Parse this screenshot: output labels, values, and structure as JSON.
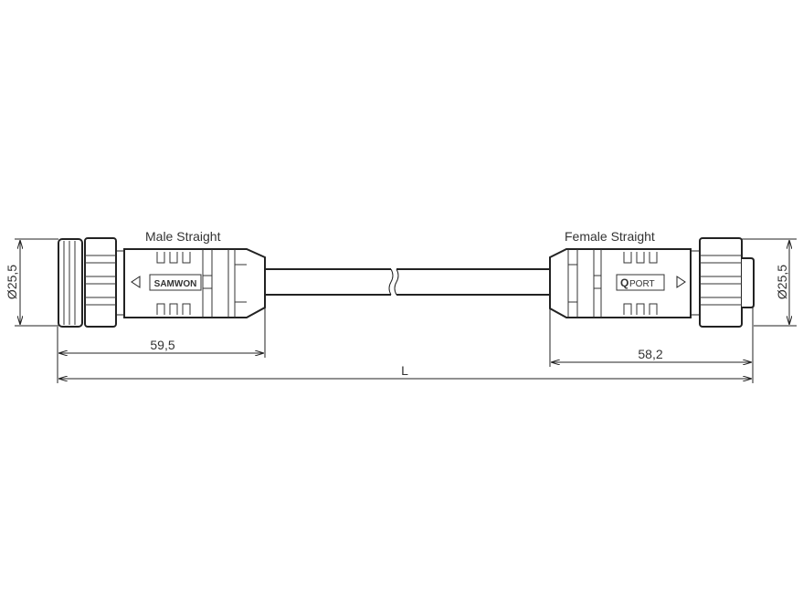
{
  "labels": {
    "male": "Male Straight",
    "female": "Female Straight"
  },
  "brands": {
    "male": "SAMWON",
    "female_q": "Q",
    "female_rest": "PORT"
  },
  "dimensions": {
    "diameter_left": "Ø25,5",
    "diameter_right": "Ø25,5",
    "male_length": "59,5",
    "female_length": "58,2",
    "total_length": "L"
  },
  "colors": {
    "line": "#222222",
    "background": "#ffffff"
  }
}
